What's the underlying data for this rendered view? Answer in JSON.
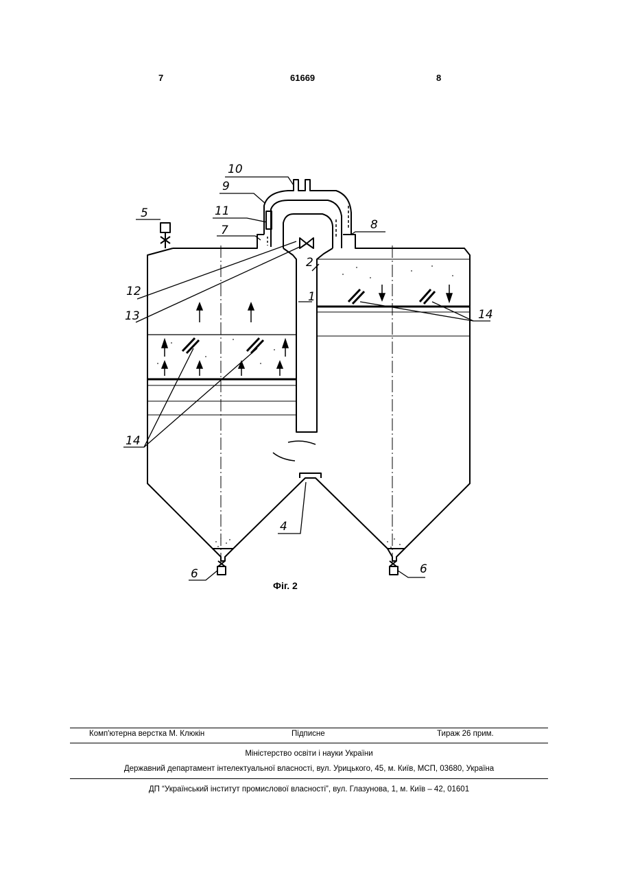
{
  "header": {
    "page_left": "7",
    "patent_number": "61669",
    "page_right": "8"
  },
  "figure": {
    "caption": "Фіг. 2",
    "labels": {
      "l1": "1",
      "l2": "2",
      "l4": "4",
      "l5": "5",
      "l6a": "6",
      "l6b": "6",
      "l7": "7",
      "l8": "8",
      "l9": "9",
      "l10": "10",
      "l11": "11",
      "l12": "12",
      "l13": "13",
      "l14a": "14",
      "l14b": "14"
    }
  },
  "footer": {
    "layout_credit": "Комп'ютерна верстка М. Клюкін",
    "signed": "Підписне",
    "circulation": "Тираж 26 прим.",
    "ministry": "Міністерство освіти і науки України",
    "department": "Державний департамент інтелектуальної власності, вул. Урицького, 45, м. Київ, МСП, 03680, Україна",
    "institute": "ДП “Український інститут промислової власності”, вул. Глазунова, 1, м. Київ – 42, 01601"
  }
}
